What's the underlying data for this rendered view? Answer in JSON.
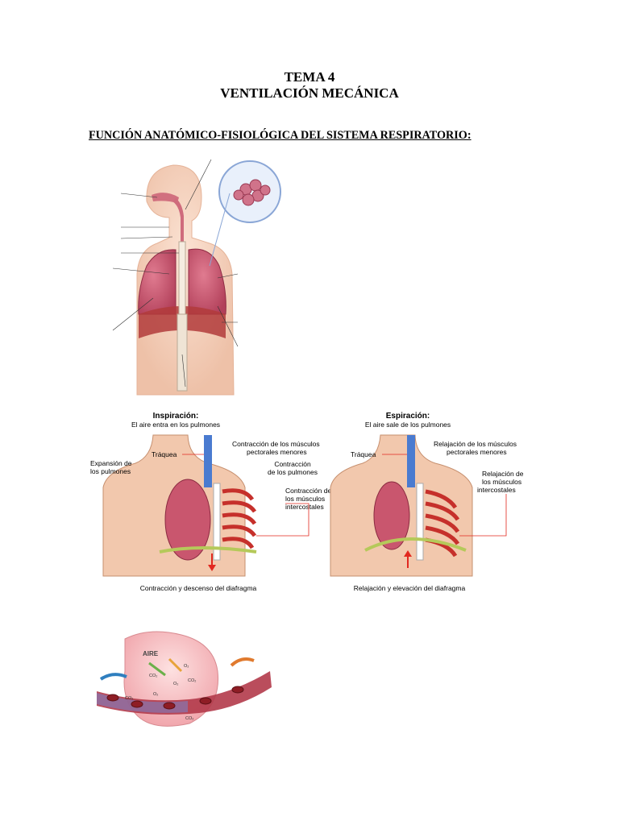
{
  "document": {
    "chapter": "TEMA 4",
    "title": "VENTILACIÓN MECÁNICA",
    "section_heading": "FUNCIÓN ANATÓMICO-FISIOLÓGICA DEL SISTEMA RESPIRATORIO:"
  },
  "figure_breathing": {
    "inspiration": {
      "title": "Inspiración:",
      "subtitle": "El aire entra en los pulmones",
      "trachea": "Tráquea",
      "lung_expansion": [
        "Expansión de",
        "los pulmones"
      ],
      "pectoral": [
        "Contracción de los músculos",
        "pectorales menores"
      ],
      "lung_contraction": [
        "Contracción",
        "de los pulmones"
      ],
      "intercostal": [
        "Contracción de",
        "los músculos",
        "intercostales"
      ],
      "caption": "Contracción y descenso del diafragma"
    },
    "expiration": {
      "title": "Espiración:",
      "subtitle": "El aire sale de los pulmones",
      "trachea": "Tráquea",
      "pectoral": [
        "Relajación de los músculos",
        "pectorales menores"
      ],
      "intercostal": [
        "Relajación de",
        "los músculos",
        "intercostales"
      ],
      "caption": "Relajación y elevación del diafragma"
    }
  },
  "figure_alveolus": {
    "air_label": "AIRE",
    "gas_labels": [
      "O₂",
      "CO₂",
      "O₂",
      "CO₂",
      "CO₂",
      "O₂",
      "CO₂"
    ]
  },
  "colors": {
    "skin": "#f2c8ad",
    "lung": "#c9566e",
    "muscle": "#c6302b",
    "trachea": "#4a7bd0",
    "diaphragm": "#b5c95a",
    "arrow": "#e2281f"
  }
}
